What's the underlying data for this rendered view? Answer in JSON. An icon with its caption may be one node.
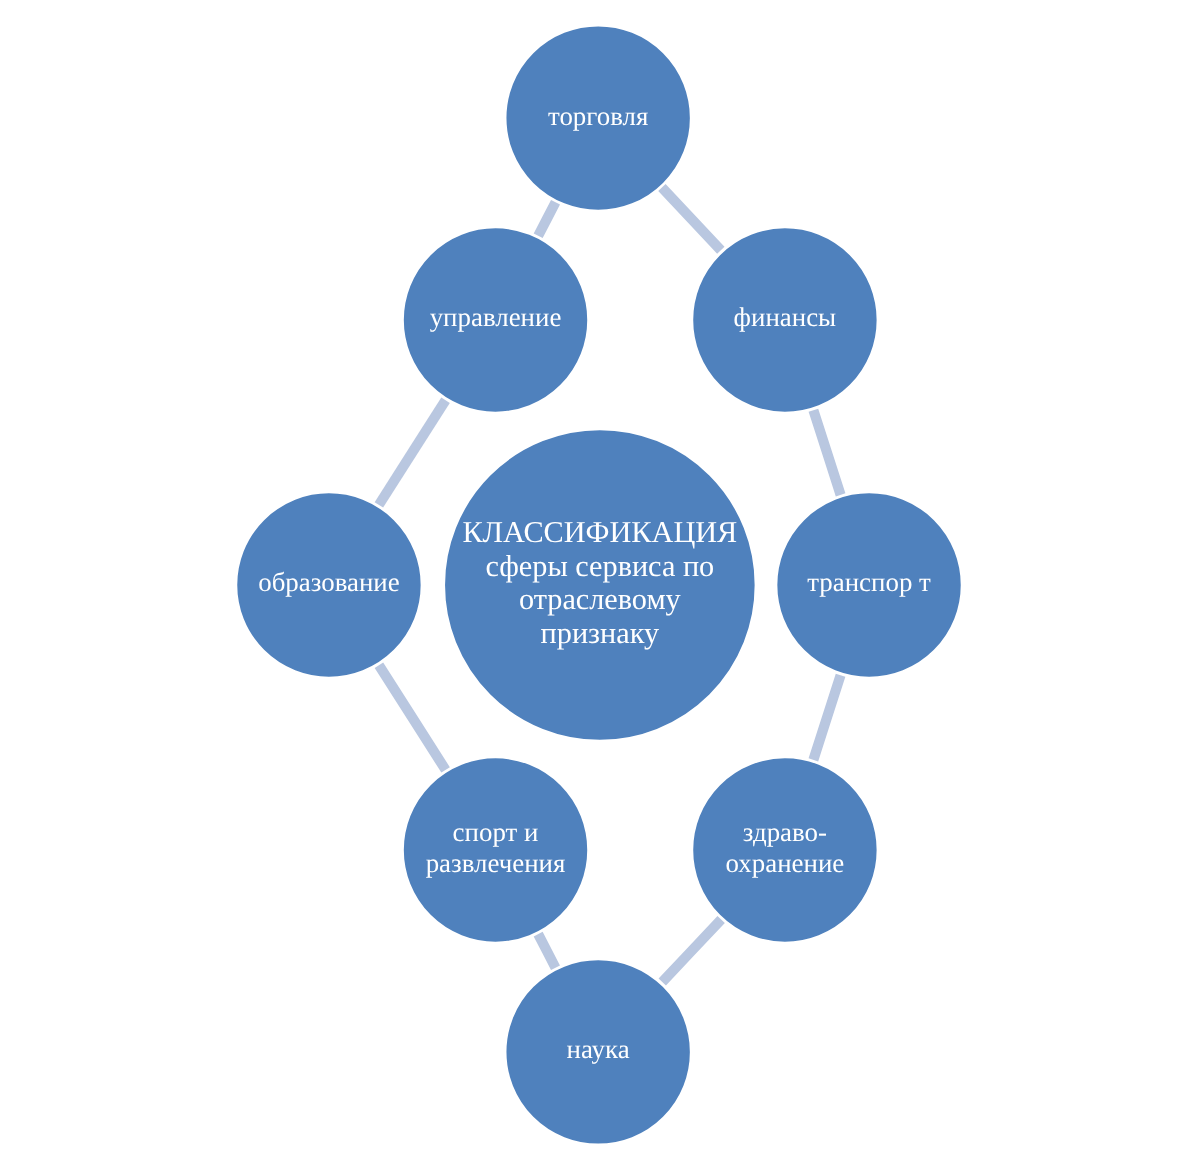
{
  "diagram": {
    "nodes": [
      {
        "text": [
          "торговля"
        ]
      },
      {
        "text": [
          "управление"
        ]
      },
      {
        "text": [
          "финансы"
        ]
      },
      {
        "text": [
          "образование"
        ]
      },
      {
        "text": [
          "КЛАССИФИКАЦИЯ",
          "сферы сервиса по отраслевому признаку"
        ]
      },
      {
        "text": [
          "транспор т"
        ]
      },
      {
        "text": [
          "спорт и развлечения"
        ]
      },
      {
        "text": [
          "здраво- охранение"
        ]
      },
      {
        "text": [
          "наука"
        ]
      }
    ],
    "edges": [
      {
        "from": 0,
        "to": 2,
        "arrow": "none"
      },
      {
        "from": 2,
        "to": 5,
        "arrow": "none"
      },
      {
        "from": 5,
        "to": 7,
        "arrow": "none"
      },
      {
        "from": 7,
        "to": 8,
        "arrow": "none"
      },
      {
        "from": 6,
        "to": 8,
        "arrow": "none"
      },
      {
        "from": 3,
        "to": 6,
        "arrow": "none"
      },
      {
        "from": 1,
        "to": 3,
        "arrow": "none"
      },
      {
        "from": 0,
        "to": 1,
        "arrow": "none"
      }
    ]
  }
}
